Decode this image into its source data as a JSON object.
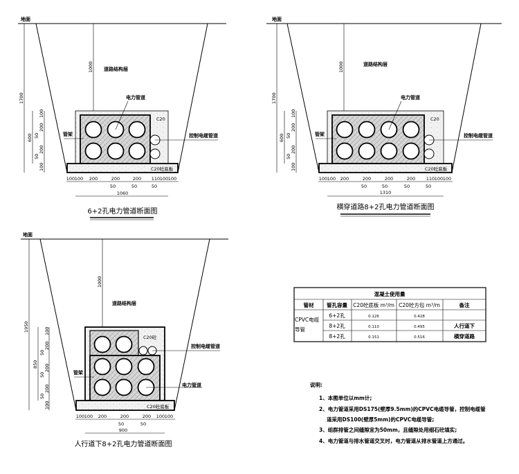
{
  "common": {
    "ground": "地面",
    "road_layer": "道路结构层",
    "power_duct": "电力管道",
    "control_duct": "控制电缆管道",
    "rack": "管架",
    "c20": "C20",
    "c20_concrete": "C20砼",
    "c20_base": "C20砼底板"
  },
  "drawing1": {
    "title": "6+2孔电力管道断面图",
    "depth_total": "1700",
    "depth_cover": "1000",
    "block_height": "600",
    "left_dims": [
      "100",
      "200",
      "50",
      "200",
      "50",
      "100"
    ],
    "bottom_dims": [
      "100",
      "100",
      "200",
      "200",
      "200",
      "110",
      "100",
      "100"
    ],
    "gap_dims": [
      "50",
      "50",
      "50"
    ],
    "width_total": "1060"
  },
  "drawing2": {
    "title": "横穿道路8+2孔电力管道断面图",
    "depth_total": "1700",
    "depth_cover": "1000",
    "block_height": "600",
    "left_dims": [
      "100",
      "200",
      "50",
      "200",
      "50",
      "100"
    ],
    "bottom_dims": [
      "100",
      "100",
      "200",
      "200",
      "200",
      "200",
      "110",
      "100",
      "100"
    ],
    "gap_dims": [
      "50",
      "50",
      "50",
      "50"
    ],
    "width_total": "1310"
  },
  "drawing3": {
    "title": "人行道下8+2孔电力管道断面图",
    "depth_total": "1950",
    "depth_cover": "1000",
    "block_height": "850",
    "left_dims": [
      "100",
      "200",
      "50",
      "200",
      "50",
      "200",
      "50",
      "100"
    ],
    "bottom_dims": [
      "100",
      "100",
      "200",
      "200",
      "200",
      "100",
      "100"
    ],
    "gap_dims": [
      "50",
      "50"
    ],
    "width_total": "900"
  },
  "table": {
    "title": "混凝土使用量",
    "headers": [
      "管材",
      "管孔容量",
      "C20砼底板 m³/m",
      "C20砼方包 m³/m",
      "备注"
    ],
    "material": "CPVC电缆导管",
    "rows": [
      {
        "capacity": "6+2孔",
        "base": "0.126",
        "wrap": "0.428",
        "note": ""
      },
      {
        "capacity": "8+2孔",
        "base": "0.110",
        "wrap": "0.495",
        "note": "人行道下"
      },
      {
        "capacity": "8+2孔",
        "base": "0.151",
        "wrap": "0.516",
        "note": "横穿道路"
      }
    ]
  },
  "notes": {
    "heading": "说明:",
    "items": [
      "1、本图单位以mm计;",
      "2、电力管道采用DS175(壁厚9.5mm)的CPVC电缆导管，控制电缆管",
      "道采用DS100(壁厚5mm)的CPVC电缆导管;",
      "3、组群排管之间缝隙宜为50mm，且缝隙处用细石砼填实;",
      "4、电力管道与排水管道交叉时，电力管道从排水管道上方通过。"
    ]
  }
}
